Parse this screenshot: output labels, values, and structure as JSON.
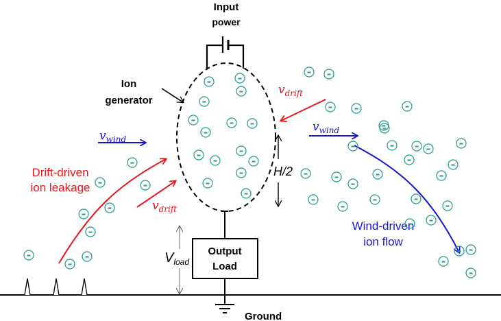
{
  "title_input": [
    "Input",
    "power"
  ],
  "ion_generator_label": [
    "Ion",
    "generator"
  ],
  "drift_leakage_label": [
    "Drift-driven",
    "ion leakage"
  ],
  "wind_flow_label": [
    "Wind-driven",
    "ion flow"
  ],
  "output_load_label": [
    "Output",
    "Load"
  ],
  "ground_label": "Ground",
  "height_label": "H/2",
  "vload": {
    "main": "V",
    "sub": "load"
  },
  "v_wind": {
    "main": "v",
    "sub": "wind"
  },
  "v_drift": {
    "main": "v",
    "sub": "drift"
  },
  "ion_symbol": "negative-ion",
  "colors": {
    "ion": "#1f9a8a",
    "drift": "#e8161b",
    "wind": "#1414d2",
    "line": "#000000"
  }
}
